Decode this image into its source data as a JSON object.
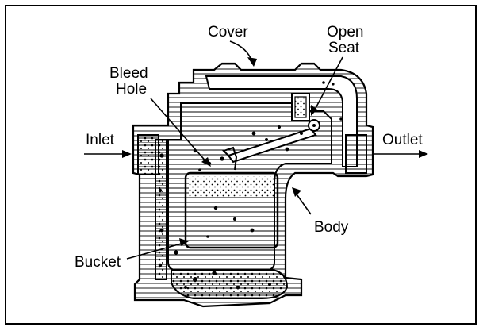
{
  "labels": {
    "cover": "Cover",
    "open": "Open",
    "seat": "Seat",
    "bleed": "Bleed",
    "hole": "Hole",
    "inlet": "Inlet",
    "outlet": "Outlet",
    "body": "Body",
    "bucket": "Bucket"
  },
  "colors": {
    "outline": "#000000",
    "fill": "#ffffff"
  }
}
